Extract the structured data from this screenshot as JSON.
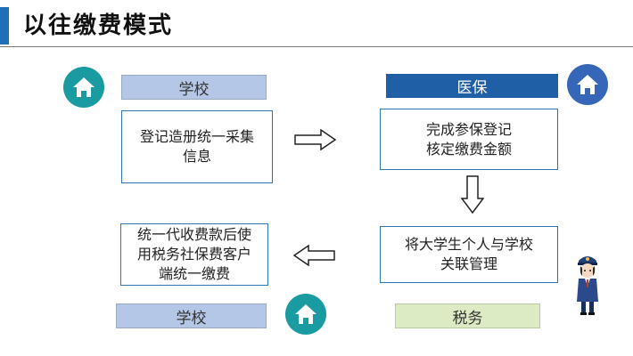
{
  "title": "以往缴费模式",
  "labels": {
    "school_top": "学校",
    "medical": "医保",
    "school_bottom": "学校",
    "tax": "税务"
  },
  "boxes": {
    "register": [
      "登记造册统一采集",
      "信息"
    ],
    "complete": [
      "完成参保登记",
      "核定缴费金额"
    ],
    "link": [
      "将大学生个人与学校",
      "关联管理"
    ],
    "collect": [
      "统一代收费款后使",
      "用税务社保费客户",
      "端统一缴费"
    ]
  },
  "icons": {
    "house_left": "home-icon",
    "house_right": "home-icon",
    "house_bottom": "home-icon",
    "officer": "tax-officer-icon",
    "arrows": [
      "arrow-right-icon",
      "arrow-down-icon",
      "arrow-left-icon"
    ]
  },
  "colors": {
    "accent_blue": "#1f5fa5",
    "teal": "#1a9aa1",
    "light_blue_label": "#b4c7e7",
    "light_green_label": "#dcebc4"
  }
}
